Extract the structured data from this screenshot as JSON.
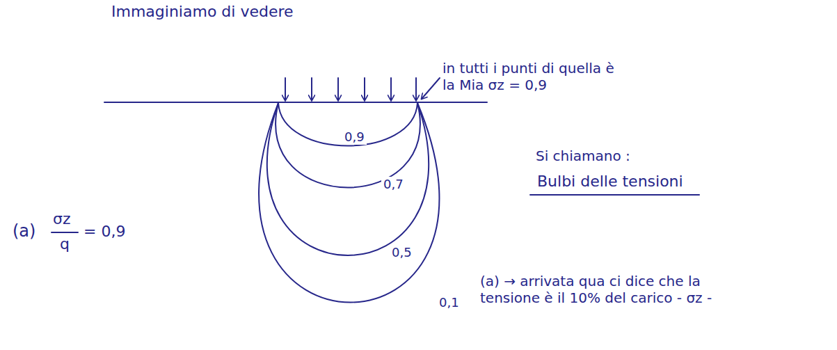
{
  "diagram": {
    "labels": [
      "Immaginiamo di vedere",
      "in tutti i punti di quella è la Mia σz = 0,9",
      "0,9",
      "0,7",
      "0,5",
      "0,1",
      "(a)",
      "σz",
      "q",
      "= 0,9",
      "Si chiamano :",
      "Bulbi delle tensioni",
      "(a) → arrivata qua ci dice che la tensione è il 10% del carico - σz -"
    ]
  }
}
